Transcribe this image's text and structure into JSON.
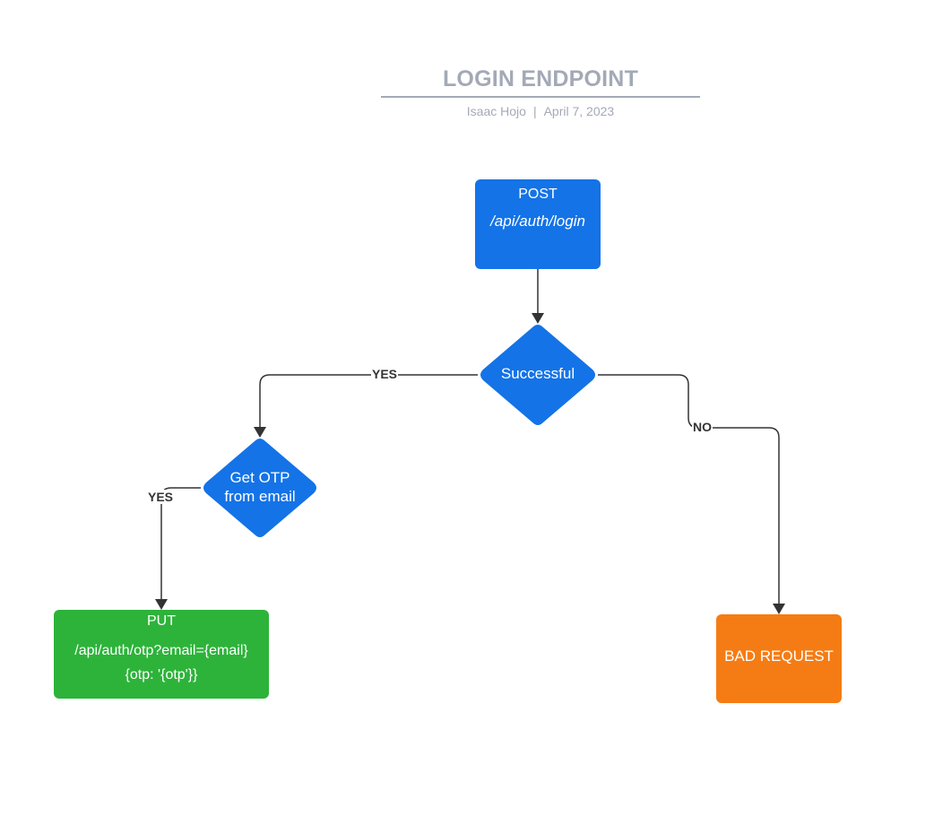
{
  "header": {
    "title": "LOGIN ENDPOINT",
    "author": "Isaac Hojo",
    "separator": "|",
    "date": "April 7, 2023"
  },
  "nodes": {
    "post": {
      "method": "POST",
      "path": "/api/auth/login"
    },
    "successful": {
      "label": "Successful"
    },
    "get_otp": {
      "line1": "Get OTP",
      "line2": "from email"
    },
    "put": {
      "method": "PUT",
      "path": "/api/auth/otp?email={email}",
      "body": "{otp: '{otp'}}"
    },
    "bad_request": {
      "label": "BAD REQUEST"
    }
  },
  "edges": {
    "successful_yes": "YES",
    "successful_no": "NO",
    "otp_yes": "YES"
  },
  "colors": {
    "process_blue": "#1473e6",
    "success_green": "#2db33a",
    "error_orange": "#f57c14",
    "connector": "#333333",
    "header_gray": "#a3a9b6"
  }
}
